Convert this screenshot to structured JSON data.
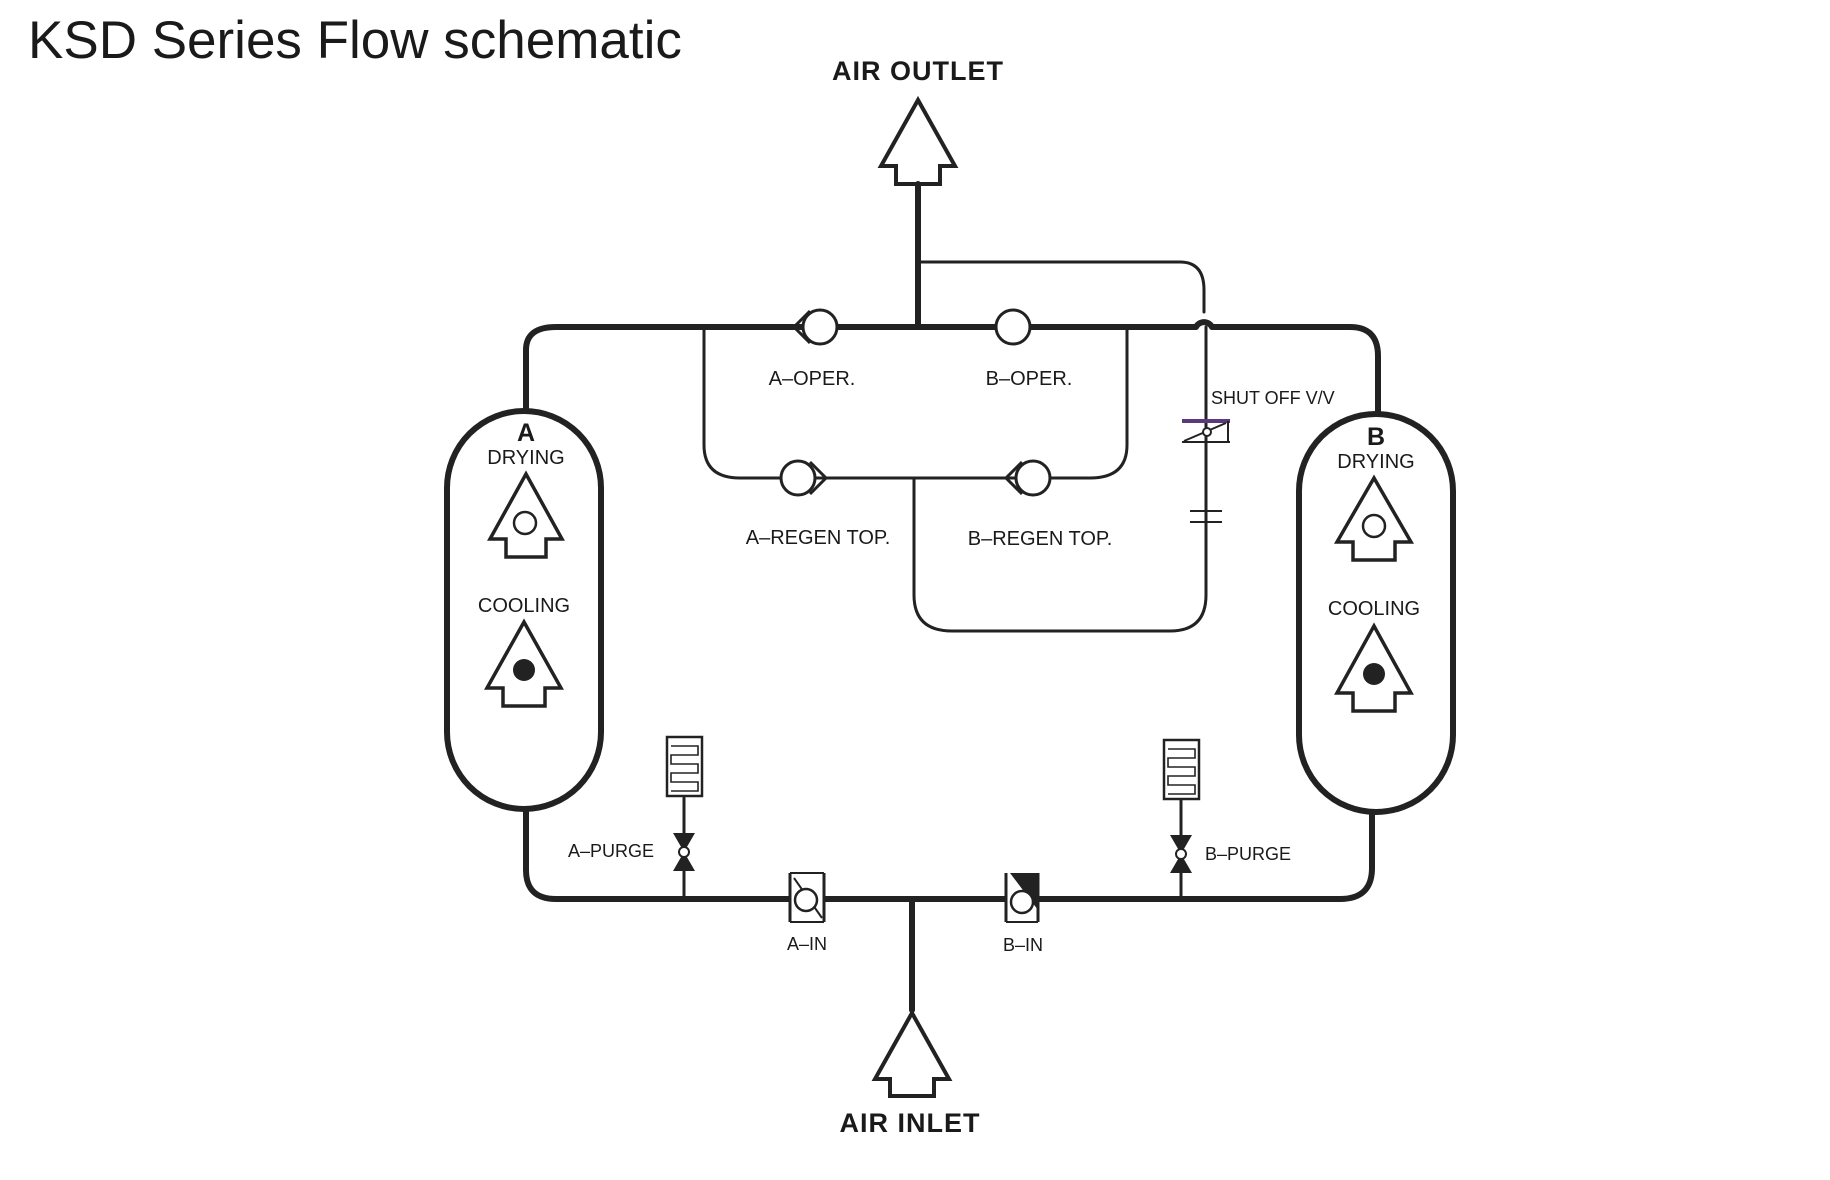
{
  "title": "KSD Series Flow schematic",
  "outlet_label": "AIR OUTLET",
  "inlet_label": "AIR INLET",
  "tanks": {
    "a": {
      "id": "A",
      "drying": "DRYING",
      "cooling": "COOLING"
    },
    "b": {
      "id": "B",
      "drying": "DRYING",
      "cooling": "COOLING"
    }
  },
  "valves": {
    "a_oper": "A–OPER.",
    "b_oper": "B–OPER.",
    "a_regen_top": "A–REGEN TOP.",
    "b_regen_top": "B–REGEN TOP.",
    "shut_off": "SHUT OFF V/V",
    "a_purge": "A–PURGE",
    "b_purge": "B–PURGE",
    "a_in": "A–IN",
    "b_in": "B–IN"
  },
  "colors": {
    "line": "#222222",
    "shut_off_accent": "#5a3a7a"
  }
}
